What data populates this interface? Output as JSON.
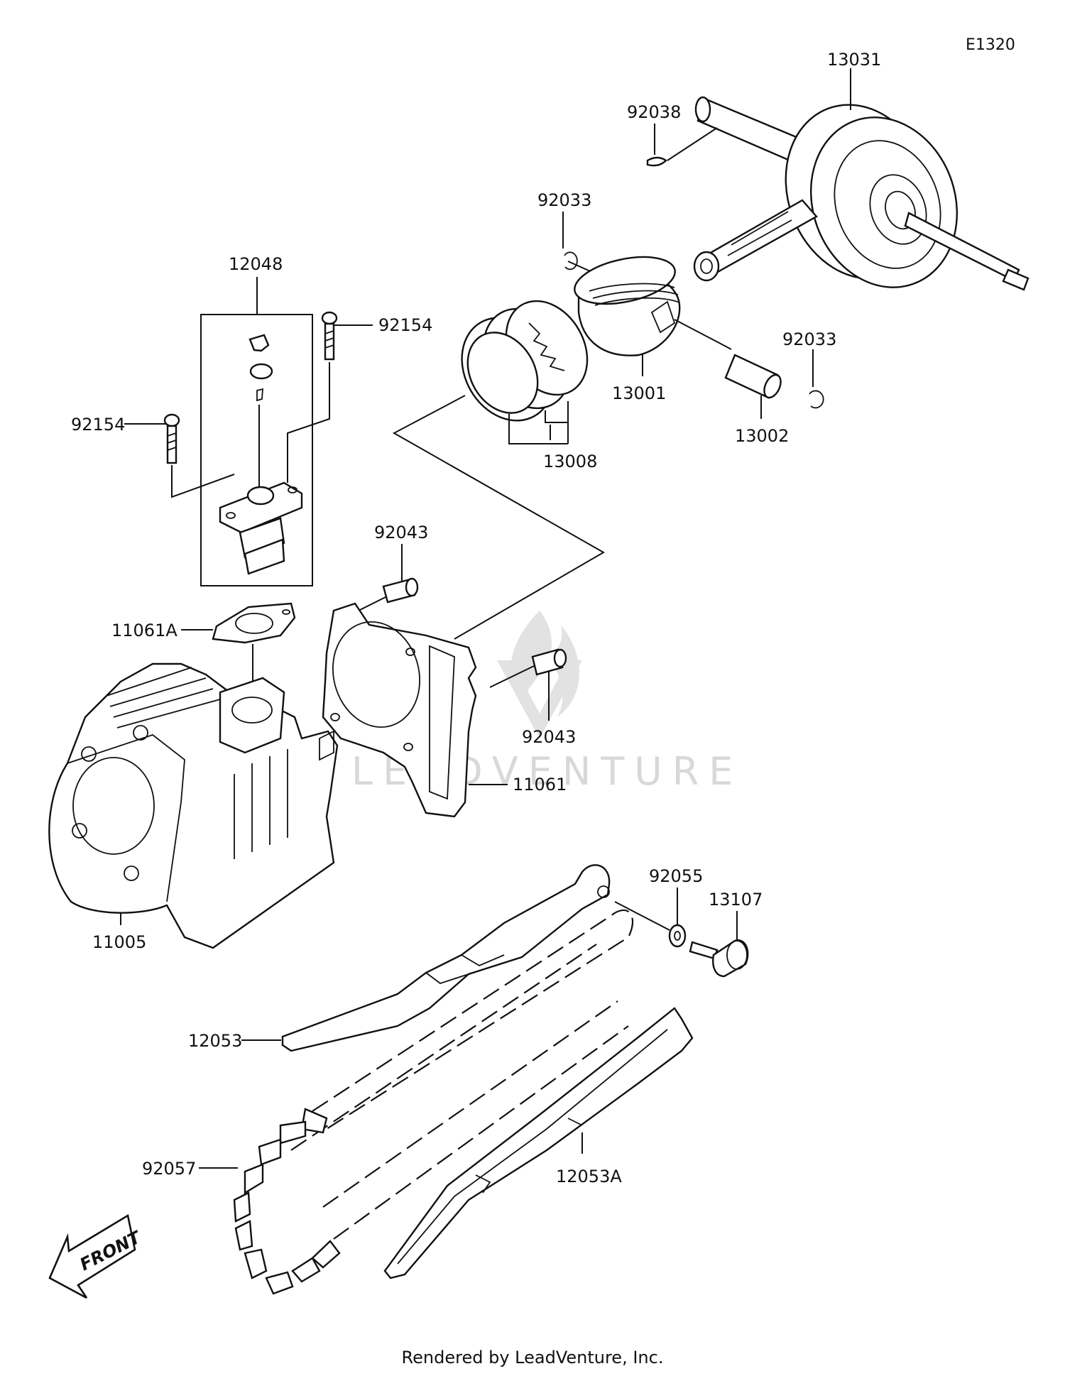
{
  "diagram": {
    "reference_code": "E1320",
    "watermark": "LEADVENTURE",
    "front_label": "FRONT",
    "footer": "Rendered by LeadVenture, Inc.",
    "parts": {
      "p13031": "13031",
      "p92038": "92038",
      "p92033a": "92033",
      "p92033b": "92033",
      "p12048": "12048",
      "p92154a": "92154",
      "p92154b": "92154",
      "p13001": "13001",
      "p13002": "13002",
      "p13008": "13008",
      "p92043a": "92043",
      "p92043b": "92043",
      "p11061A": "11061A",
      "p11061": "11061",
      "p11005": "11005",
      "p92055": "92055",
      "p13107": "13107",
      "p12053": "12053",
      "p12053A": "12053A",
      "p92057": "92057"
    }
  }
}
